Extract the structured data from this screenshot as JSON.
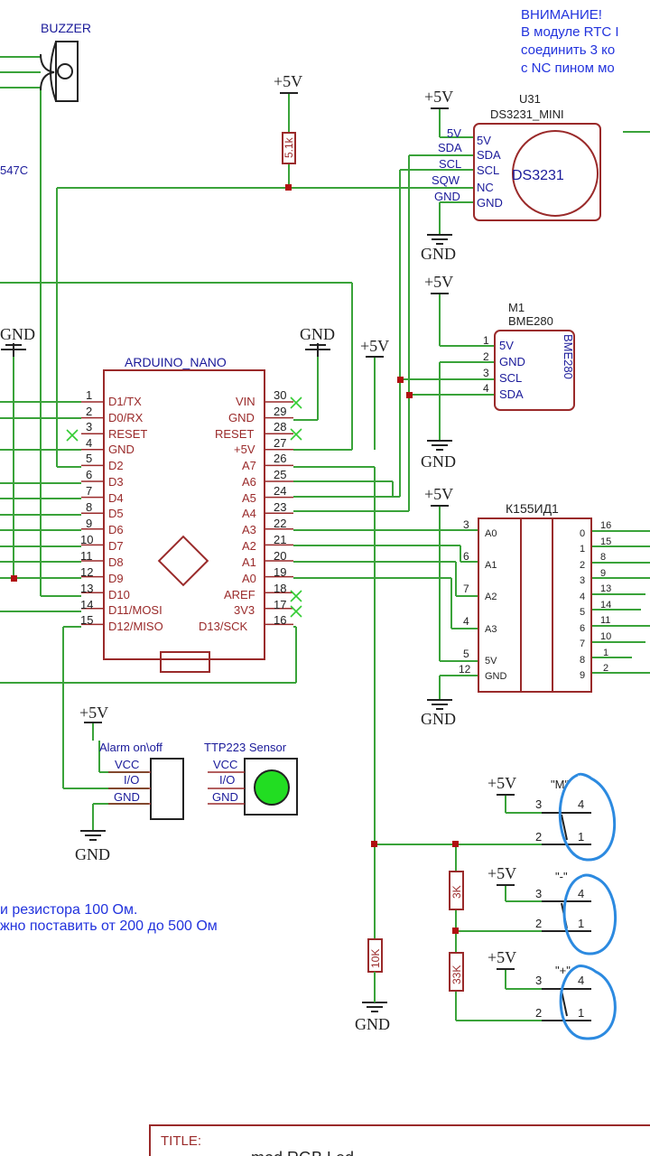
{
  "notes": {
    "warning_title": "ВНИМАНИЕ!",
    "warning_line1": "В модуле RTC I",
    "warning_line2": "соединить 3 ко",
    "warning_line3": "с NC пином мо",
    "resistor_note1": "и резистора 100 Ом.",
    "resistor_note2": "жно поставить от 200 до 500 Ом"
  },
  "buzzer": {
    "label": "BUZZER"
  },
  "partial_label_547c": "547C",
  "power": {
    "vcc": "+5V",
    "gnd": "GND"
  },
  "resistors": {
    "r_top": "5.1k",
    "r_10k": "10K",
    "r_3k": "3K",
    "r_33k": "33K"
  },
  "rtc": {
    "ref": "U31",
    "name": "DS3231_MINI",
    "chip": "DS3231",
    "left_nets": [
      "5V",
      "SDA",
      "SCL",
      "SQW",
      "GND"
    ],
    "pins": [
      "5V",
      "SDA",
      "SCL",
      "NC",
      "GND"
    ]
  },
  "bme": {
    "ref": "M1",
    "name": "BME280",
    "body": "BME280",
    "pins": [
      {
        "num": "1",
        "name": "5V"
      },
      {
        "num": "2",
        "name": "GND"
      },
      {
        "num": "3",
        "name": "SCL"
      },
      {
        "num": "4",
        "name": "SDA"
      }
    ]
  },
  "nano": {
    "title": "ARDUINO_NANO",
    "left": [
      {
        "num": "1",
        "name": "D1/TX"
      },
      {
        "num": "2",
        "name": "D0/RX"
      },
      {
        "num": "3",
        "name": "RESET"
      },
      {
        "num": "4",
        "name": "GND"
      },
      {
        "num": "5",
        "name": "D2"
      },
      {
        "num": "6",
        "name": "D3"
      },
      {
        "num": "7",
        "name": "D4"
      },
      {
        "num": "8",
        "name": "D5"
      },
      {
        "num": "9",
        "name": "D6"
      },
      {
        "num": "10",
        "name": "D7"
      },
      {
        "num": "11",
        "name": "D8"
      },
      {
        "num": "12",
        "name": "D9"
      },
      {
        "num": "13",
        "name": "D10"
      },
      {
        "num": "14",
        "name": "D11/MOSI"
      },
      {
        "num": "15",
        "name": "D12/MISO"
      }
    ],
    "right": [
      {
        "num": "30",
        "name": "VIN"
      },
      {
        "num": "29",
        "name": "GND"
      },
      {
        "num": "28",
        "name": "RESET"
      },
      {
        "num": "27",
        "name": "+5V"
      },
      {
        "num": "26",
        "name": "A7"
      },
      {
        "num": "25",
        "name": "A6"
      },
      {
        "num": "24",
        "name": "A5"
      },
      {
        "num": "23",
        "name": "A4"
      },
      {
        "num": "22",
        "name": "A3"
      },
      {
        "num": "21",
        "name": "A2"
      },
      {
        "num": "20",
        "name": "A1"
      },
      {
        "num": "19",
        "name": "A0"
      },
      {
        "num": "18",
        "name": "AREF"
      },
      {
        "num": "17",
        "name": "3V3"
      },
      {
        "num": "16",
        "name": "D13/SCK"
      }
    ]
  },
  "decoder": {
    "name": "К155ИД1",
    "inputs": [
      {
        "num": "3",
        "name": "A0"
      },
      {
        "num": "6",
        "name": "A1"
      },
      {
        "num": "7",
        "name": "A2"
      },
      {
        "num": "4",
        "name": "A3"
      }
    ],
    "power": [
      {
        "num": "5",
        "name": "5V"
      },
      {
        "num": "12",
        "name": "GND"
      }
    ],
    "outputs": [
      {
        "idx": "0",
        "num": "16"
      },
      {
        "idx": "1",
        "num": "15"
      },
      {
        "idx": "2",
        "num": "8"
      },
      {
        "idx": "3",
        "num": "9"
      },
      {
        "idx": "4",
        "num": "13"
      },
      {
        "idx": "5",
        "num": "14"
      },
      {
        "idx": "6",
        "num": "11"
      },
      {
        "idx": "7",
        "num": "10"
      },
      {
        "idx": "8",
        "num": "1"
      },
      {
        "idx": "9",
        "num": "2"
      }
    ]
  },
  "alarm": {
    "title": "Alarm on\\off",
    "pins": [
      "VCC",
      "I/O",
      "GND"
    ]
  },
  "ttp": {
    "title": "TTP223 Sensor",
    "pins": [
      "VCC",
      "I/O",
      "GND"
    ]
  },
  "buttons": [
    {
      "label": "\"M\"",
      "p3": "3",
      "p4": "4",
      "p2": "2",
      "p1": "1"
    },
    {
      "label": "\"-\"",
      "p3": "3",
      "p4": "4",
      "p2": "2",
      "p1": "1"
    },
    {
      "label": "\"+\"",
      "p3": "3",
      "p4": "4",
      "p2": "2",
      "p1": "1"
    }
  ],
  "titleblock": {
    "title_label": "TITLE:",
    "title_value": "mod RGB Led"
  },
  "colors": {
    "wire": "#3aa33a",
    "component": "#9a2a2a",
    "pin_label": "#1a1a9a",
    "note": "#2233dd",
    "annotation": "#2c8ae0",
    "sensor_led": "#22dd22"
  }
}
